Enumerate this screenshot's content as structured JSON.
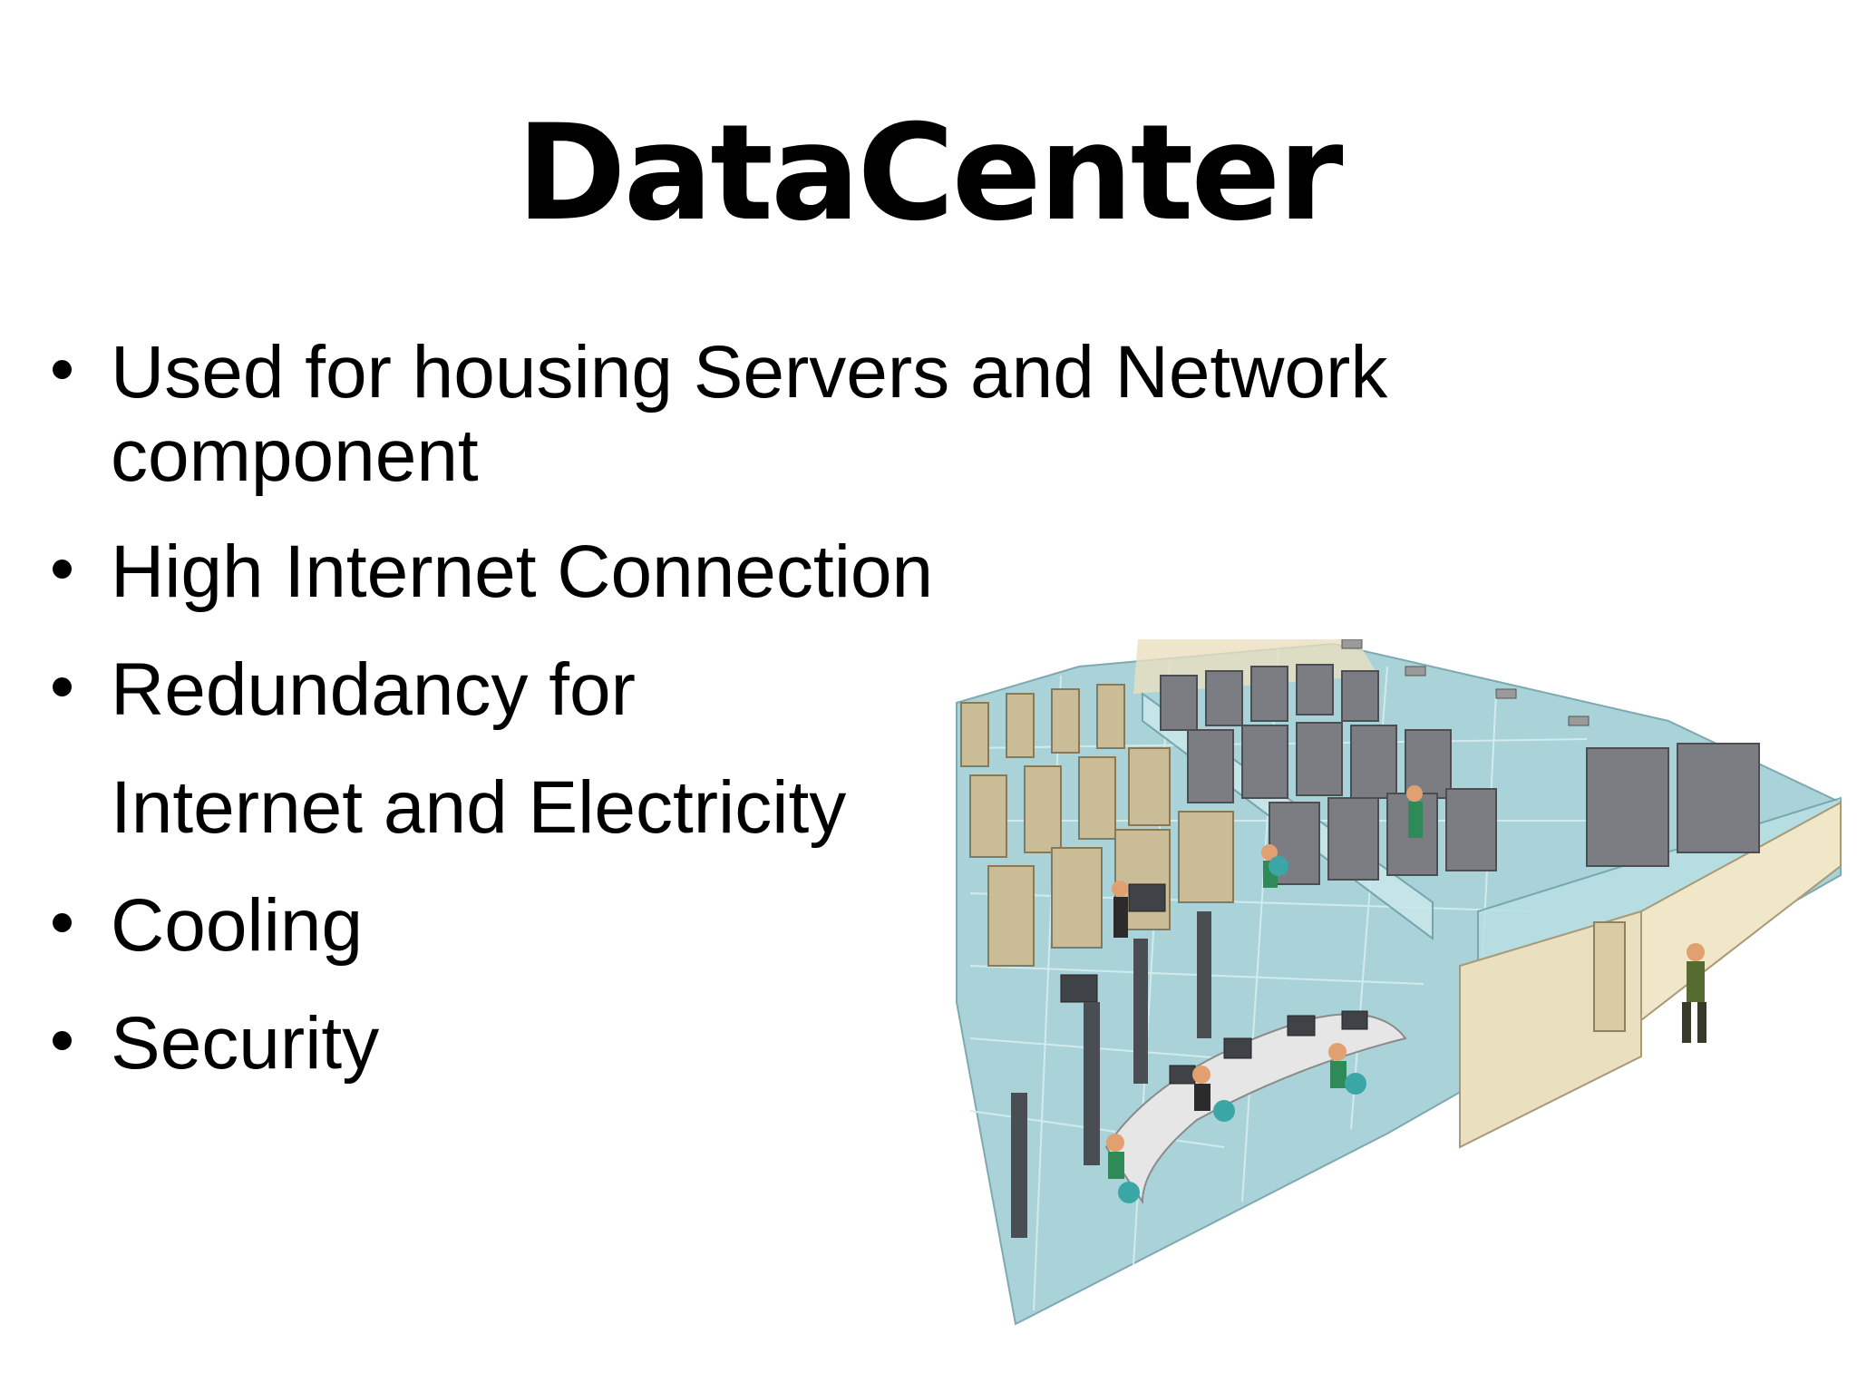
{
  "slide": {
    "title": "DataCenter",
    "bullets": [
      {
        "lines": [
          "Used for housing Servers and Network",
          "component"
        ]
      },
      {
        "lines": [
          "High Internet Connection"
        ]
      },
      {
        "lines": [
          "Redundancy for",
          "Internet and Electricity"
        ]
      },
      {
        "lines": [
          "Cooling"
        ]
      },
      {
        "lines": [
          "Security"
        ]
      }
    ]
  },
  "illustration": {
    "icon": "datacenter-floorplan-illustration",
    "colors": {
      "floor": "#a9d3d8",
      "wall": "#eadfbf",
      "rack_beige": "#c9bc97",
      "rack_gray": "#7b7d82"
    }
  }
}
